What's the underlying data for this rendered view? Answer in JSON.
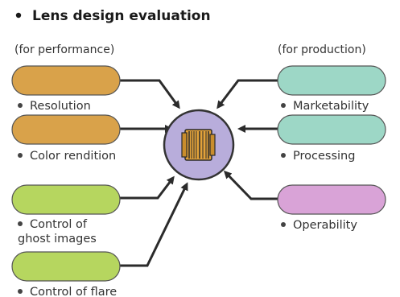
{
  "title": "Lens design evaluation",
  "groups": {
    "left": "(for performance)",
    "right": "(for production)"
  },
  "left_items": [
    {
      "label": "Resolution",
      "color": "#d9a24a"
    },
    {
      "label": "Color rendition",
      "color": "#d9a24a"
    },
    {
      "label": [
        "Control of",
        "ghost images"
      ],
      "color": "#b6d65f"
    },
    {
      "label": "Control of flare",
      "color": "#b6d65f"
    }
  ],
  "right_items": [
    {
      "label": "Marketability",
      "color": "#9dd7c6"
    },
    {
      "label": "Processing",
      "color": "#9dd7c6"
    },
    {
      "label": "Operability",
      "color": "#d9a3d7"
    }
  ],
  "center": {
    "circle_color": "#b8addb",
    "icon": "lens-cross-section-icon"
  }
}
